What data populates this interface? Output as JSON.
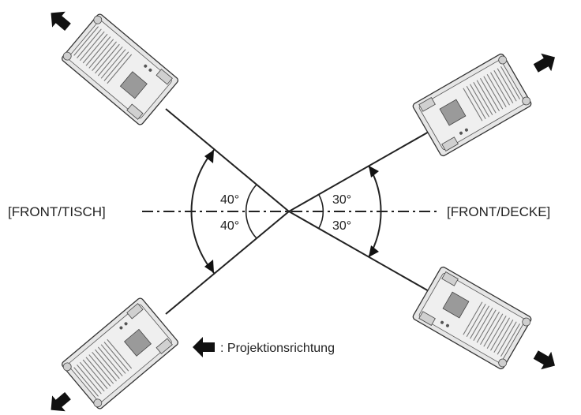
{
  "labels": {
    "left_mode": "[FRONT/TISCH]",
    "right_mode": "[FRONT/DECKE]",
    "legend_text": ": Projektionsrichtung"
  },
  "angles": {
    "left_upper": "40°",
    "left_lower": "40°",
    "right_upper": "30°",
    "right_lower": "30°"
  },
  "colors": {
    "line": "#222222",
    "projector_body": "#e6e6e6",
    "projector_dark": "#8a8a8a"
  },
  "icons": {
    "arrow": "projection-direction-arrow",
    "device": "projector"
  }
}
